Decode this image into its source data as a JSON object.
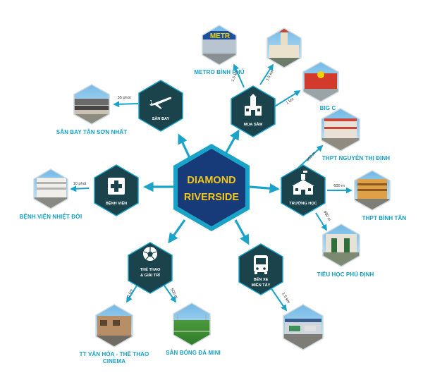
{
  "center": {
    "line1": "DIAMOND",
    "line2": "RIVERSIDE"
  },
  "hubs": [
    {
      "id": "san-bay",
      "label1": "SÂN BAY",
      "label2": "",
      "icon": "airplane-icon"
    },
    {
      "id": "mua-sam",
      "label1": "MUA SẮM",
      "label2": "",
      "icon": "market-building-icon"
    },
    {
      "id": "benh-vien",
      "label1": "BỆNH VIỆN",
      "label2": "",
      "icon": "medical-cross-icon"
    },
    {
      "id": "truong-hoc",
      "label1": "TRƯỜNG HỌC",
      "label2": "",
      "icon": "school-building-icon"
    },
    {
      "id": "the-thao",
      "label1": "THỂ THAO",
      "label2": "& GIẢI TRÍ",
      "icon": "soccer-ball-icon"
    },
    {
      "id": "ben-xe",
      "label1": "BẾN XE",
      "label2": "MIỀN TÂY",
      "icon": "bus-icon"
    }
  ],
  "places": [
    {
      "id": "san-bay-tsn",
      "name1": "SÂN BAY TÂN SƠN NHẤT",
      "name2": "",
      "dist": "35 phút",
      "thumb": "airport-terminal"
    },
    {
      "id": "metro",
      "name1": "METRO BÌNH PHÚ",
      "name2": "",
      "dist": "1.5 km",
      "thumb": "metro-store"
    },
    {
      "id": "cho",
      "name1": "",
      "name2": "",
      "dist": "1.5 km",
      "thumb": "market-clock-tower"
    },
    {
      "id": "bigc",
      "name1": "BIG C",
      "name2": "",
      "dist": "1 km",
      "thumb": "big-c-store"
    },
    {
      "id": "benh-vien-nd",
      "name1": "BỆNH VIỆN NHIỆT ĐỚI",
      "name2": "",
      "dist": "10 phút",
      "thumb": "hospital-building"
    },
    {
      "id": "thpt-ntd",
      "name1": "THPT NGUYỄN THỊ ĐỊNH",
      "name2": "",
      "dist": "400 m",
      "thumb": "school-building"
    },
    {
      "id": "thpt-bt",
      "name1": "THPT BÌNH TÂN",
      "name2": "",
      "dist": "600 m",
      "thumb": "school-block"
    },
    {
      "id": "th-pd",
      "name1": "TIỂU HỌC PHÚ ĐỊNH",
      "name2": "",
      "dist": "650 m",
      "thumb": "school-gate"
    },
    {
      "id": "tt-vh",
      "name1": "TT VĂN HÓA - THỂ THAO",
      "name2": "CINEMA",
      "dist": "1 km",
      "thumb": "cultural-center"
    },
    {
      "id": "san-bong",
      "name1": "SÂN BÓNG ĐÁ MINI",
      "name2": "",
      "dist": "500 m",
      "thumb": "football-field"
    },
    {
      "id": "ben-xe-mt",
      "name1": "",
      "name2": "",
      "dist": "1.5 km",
      "thumb": "bus-station"
    }
  ],
  "colors": {
    "hex_dark": "#1a434c",
    "hex_center": "#173a78",
    "center_text": "#f5c518",
    "accent": "#16a0c6",
    "arrow": "#1aa3c9"
  }
}
